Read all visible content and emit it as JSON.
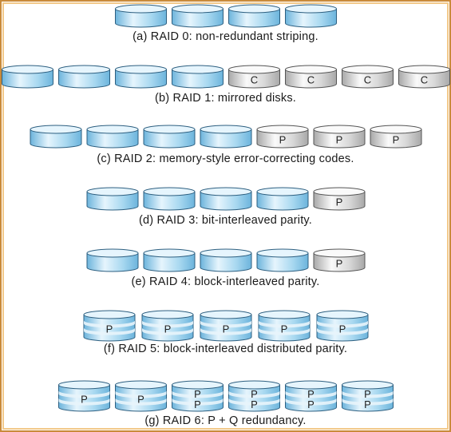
{
  "rows": [
    {
      "caption": "(a) RAID 0: non-redundant striping.",
      "disks": [
        {
          "type": "data"
        },
        {
          "type": "data"
        },
        {
          "type": "data"
        },
        {
          "type": "data"
        }
      ]
    },
    {
      "caption": "(b) RAID 1: mirrored disks.",
      "disks": [
        {
          "type": "data"
        },
        {
          "type": "data"
        },
        {
          "type": "data"
        },
        {
          "type": "data"
        },
        {
          "type": "copy",
          "labels": [
            "C"
          ]
        },
        {
          "type": "copy",
          "labels": [
            "C"
          ]
        },
        {
          "type": "copy",
          "labels": [
            "C"
          ]
        },
        {
          "type": "copy",
          "labels": [
            "C"
          ]
        }
      ]
    },
    {
      "caption": "(c) RAID 2: memory-style error-correcting codes.",
      "disks": [
        {
          "type": "data"
        },
        {
          "type": "data"
        },
        {
          "type": "data"
        },
        {
          "type": "data"
        },
        {
          "type": "parity",
          "labels": [
            "P"
          ]
        },
        {
          "type": "parity",
          "labels": [
            "P"
          ]
        },
        {
          "type": "parity",
          "labels": [
            "P"
          ]
        }
      ]
    },
    {
      "caption": "(d) RAID 3: bit-interleaved parity.",
      "disks": [
        {
          "type": "data"
        },
        {
          "type": "data"
        },
        {
          "type": "data"
        },
        {
          "type": "data"
        },
        {
          "type": "parity",
          "labels": [
            "P"
          ]
        }
      ]
    },
    {
      "caption": "(e) RAID 4: block-interleaved parity.",
      "disks": [
        {
          "type": "data"
        },
        {
          "type": "data"
        },
        {
          "type": "data"
        },
        {
          "type": "data"
        },
        {
          "type": "parity",
          "labels": [
            "P"
          ]
        }
      ]
    },
    {
      "caption": "(f) RAID 5: block-interleaved distributed parity.",
      "disks": [
        {
          "type": "distributed",
          "labels": [
            "P"
          ]
        },
        {
          "type": "distributed",
          "labels": [
            "P"
          ]
        },
        {
          "type": "distributed",
          "labels": [
            "P"
          ]
        },
        {
          "type": "distributed",
          "labels": [
            "P"
          ]
        },
        {
          "type": "distributed",
          "labels": [
            "P"
          ]
        }
      ]
    },
    {
      "caption": "(g) RAID 6: P + Q redundancy.",
      "disks": [
        {
          "type": "distributed",
          "labels": [
            "P"
          ]
        },
        {
          "type": "distributed",
          "labels": [
            "P"
          ]
        },
        {
          "type": "distributed",
          "labels": [
            "P",
            "P"
          ]
        },
        {
          "type": "distributed",
          "labels": [
            "P",
            "P"
          ]
        },
        {
          "type": "distributed",
          "labels": [
            "P",
            "P"
          ]
        },
        {
          "type": "distributed",
          "labels": [
            "P",
            "P"
          ]
        }
      ]
    }
  ],
  "colors": {
    "frame_outer": "#c98a3a",
    "frame_inner": "#f2c98a",
    "data_disk": "#a8d8f0",
    "data_disk_light": "#e6f5fd",
    "data_disk_dark": "#6cb4dc",
    "data_disk_stroke": "#2d5f80",
    "parity_disk": "#d8d8d8",
    "parity_disk_light": "#fafafa",
    "parity_disk_stroke": "#555555",
    "stripe": "#e8f4fb",
    "text": "#1a1a1a"
  }
}
